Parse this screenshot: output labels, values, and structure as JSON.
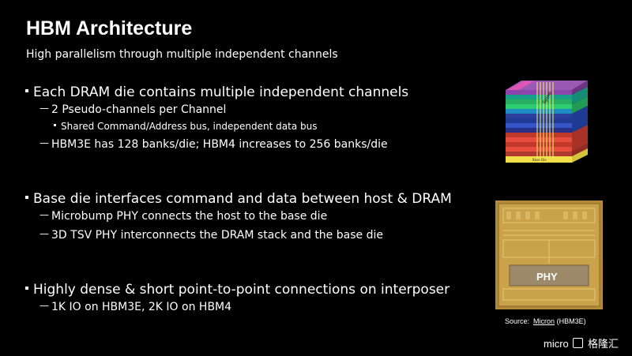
{
  "slide": {
    "title": "HBM Architecture",
    "subtitle": "High parallelism through multiple independent channels"
  },
  "bullets": [
    {
      "text": "Each DRAM die contains multiple independent channels",
      "children": [
        {
          "text": "2 Pseudo-channels per Channel",
          "children": [
            {
              "text": "Shared Command/Address bus, independent data bus"
            }
          ]
        },
        {
          "text": "HBM3E has 128 banks/die; HBM4 increases to 256 banks/die"
        }
      ]
    },
    {
      "text": "Base die interfaces command and data between host & DRAM",
      "children": [
        {
          "text": "Microbump PHY connects the host to the base die"
        },
        {
          "text": "3D TSV PHY interconnects the DRAM stack and the base die"
        }
      ]
    },
    {
      "text": "Highly dense & short point-to-point connections on interposer",
      "children": [
        {
          "text": "1K IO on HBM3E, 2K IO on HBM4"
        }
      ]
    }
  ],
  "images": {
    "stack_label": "Base Die",
    "stack_side_label": "Spine",
    "chip_label": "PHY"
  },
  "source": {
    "prefix": "Source:",
    "link": "Micron",
    "suffix": "(HBM3E)"
  },
  "footer": {
    "logo_text": "micro",
    "watermark": "格隆汇"
  },
  "colors": {
    "background": "#000000",
    "text": "#ffffff",
    "chip_gold": "#c9a24a"
  }
}
